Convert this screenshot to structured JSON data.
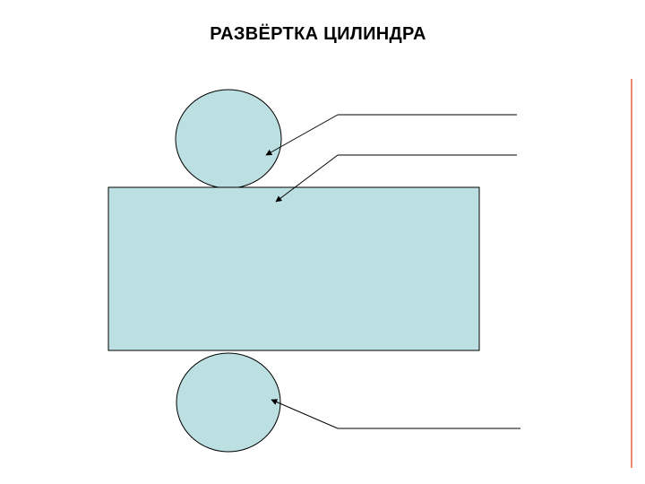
{
  "slide": {
    "title": "РАЗВЁРТКА  ЦИЛИНДРА"
  },
  "colors": {
    "shape_fill": "#BCE0E2",
    "outline": "#000000",
    "accent_rule": "#E8603A"
  },
  "diagram": {
    "parts": [
      "top-base-circle",
      "lateral-surface-rectangle",
      "bottom-base-circle"
    ],
    "callouts": [
      "top-base-callout",
      "lateral-surface-callout",
      "bottom-base-callout"
    ]
  }
}
